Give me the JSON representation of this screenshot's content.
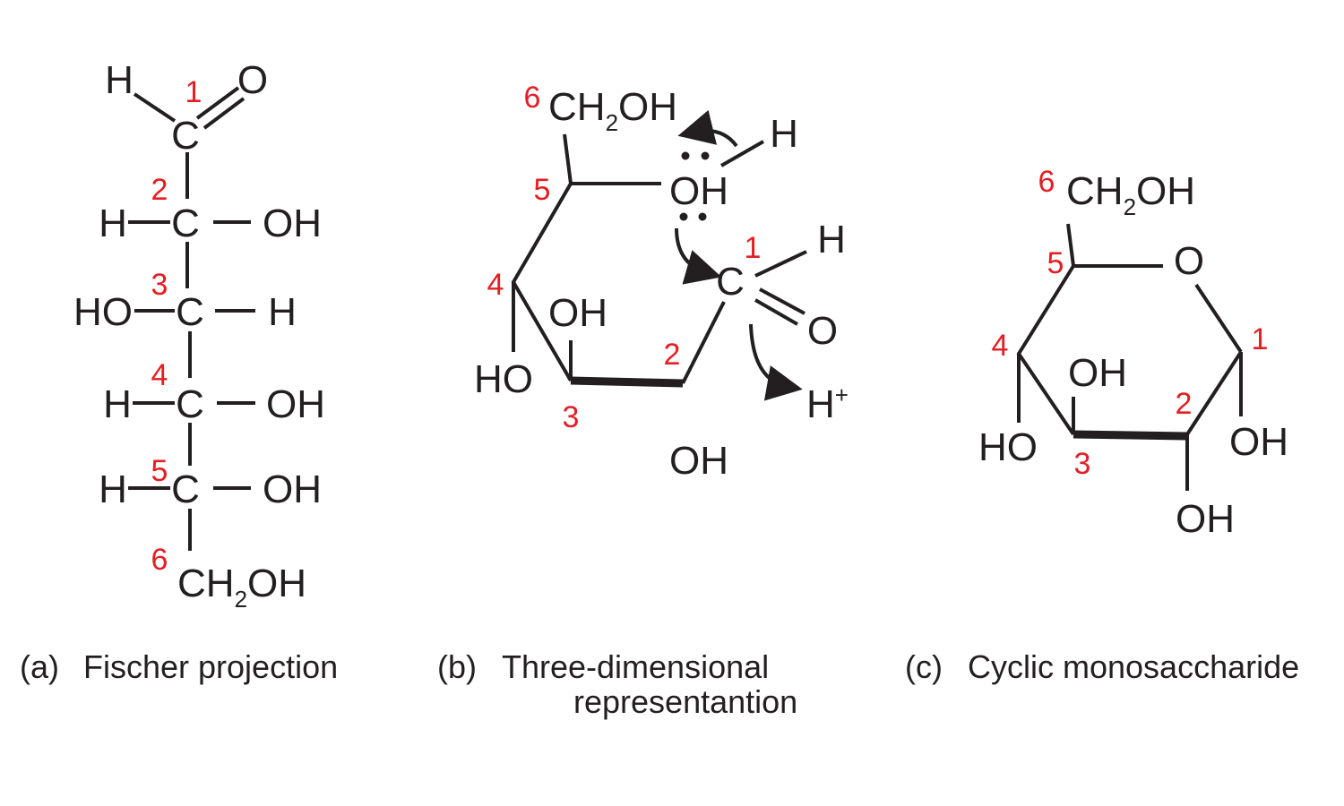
{
  "colors": {
    "atom": "#231f20",
    "number": "#e31e24"
  },
  "panel_a": {
    "caption_letter": "(a)",
    "caption": "Fischer projection",
    "atoms": {
      "h1": "H",
      "o1": "O",
      "c1": "C",
      "h2": "H",
      "c2": "C",
      "oh2": "OH",
      "ho3": "HO",
      "c3": "C",
      "h3": "H",
      "h4": "H",
      "c4": "C",
      "oh4": "OH",
      "h5": "H",
      "c5": "C",
      "oh5": "OH",
      "ch": "CH",
      "sub2": "2",
      "oh6": "OH"
    },
    "numbers": [
      "1",
      "2",
      "3",
      "4",
      "5",
      "6"
    ]
  },
  "panel_b": {
    "caption_letter": "(b)",
    "caption_line1": "Three-dimensional",
    "caption_line2": "representantion",
    "atoms": {
      "ch": "CH",
      "sub2": "2",
      "oh6": "OH",
      "oh5": "OH",
      "h_top": "H",
      "oh3": "OH",
      "ho4": "HO",
      "c1": "C",
      "h1": "H",
      "o1": "O",
      "hplus": "H",
      "plus": "+",
      "oh_free": "OH"
    },
    "numbers": [
      "1",
      "2",
      "3",
      "4",
      "5",
      "6"
    ]
  },
  "panel_c": {
    "caption_letter": "(c)",
    "caption": "Cyclic monosaccharide",
    "atoms": {
      "ch": "CH",
      "sub2": "2",
      "oh6": "OH",
      "o_ring": "O",
      "ho4": "HO",
      "oh3": "OH",
      "oh1": "OH",
      "oh2": "OH"
    },
    "numbers": [
      "1",
      "2",
      "3",
      "4",
      "5",
      "6"
    ]
  }
}
